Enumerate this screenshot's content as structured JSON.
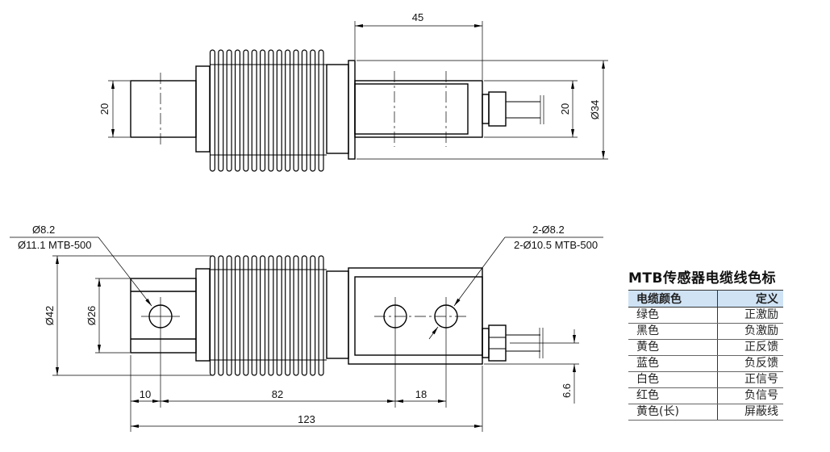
{
  "top_view": {
    "dim_45": "45",
    "dim_20_left": "20",
    "dim_20_right": "20",
    "dim_d34": "Ø34"
  },
  "front_view": {
    "hole_left_label_1": "Ø8.2",
    "hole_left_label_2": "Ø11.1 MTB-500",
    "hole_right_label_1": "2-Ø8.2",
    "hole_right_label_2": "2-Ø10.5 MTB-500",
    "dim_d42": "Ø42",
    "dim_d26": "Ø26",
    "dim_10": "10",
    "dim_82": "82",
    "dim_18": "18",
    "dim_123": "123",
    "dim_6_6": "6.6"
  },
  "fin_count": 14,
  "color_table": {
    "title": "MTB传感器电缆线色标",
    "headers": [
      "电缆颜色",
      "定义"
    ],
    "rows": [
      [
        "绿色",
        "正激励"
      ],
      [
        "黑色",
        "负激励"
      ],
      [
        "黄色",
        "正反馈"
      ],
      [
        "蓝色",
        "负反馈"
      ],
      [
        "白色",
        "正信号"
      ],
      [
        "红色",
        "负信号"
      ],
      [
        "黄色(长)",
        "屏蔽线"
      ]
    ],
    "header_bg": "#cfe3f5"
  }
}
